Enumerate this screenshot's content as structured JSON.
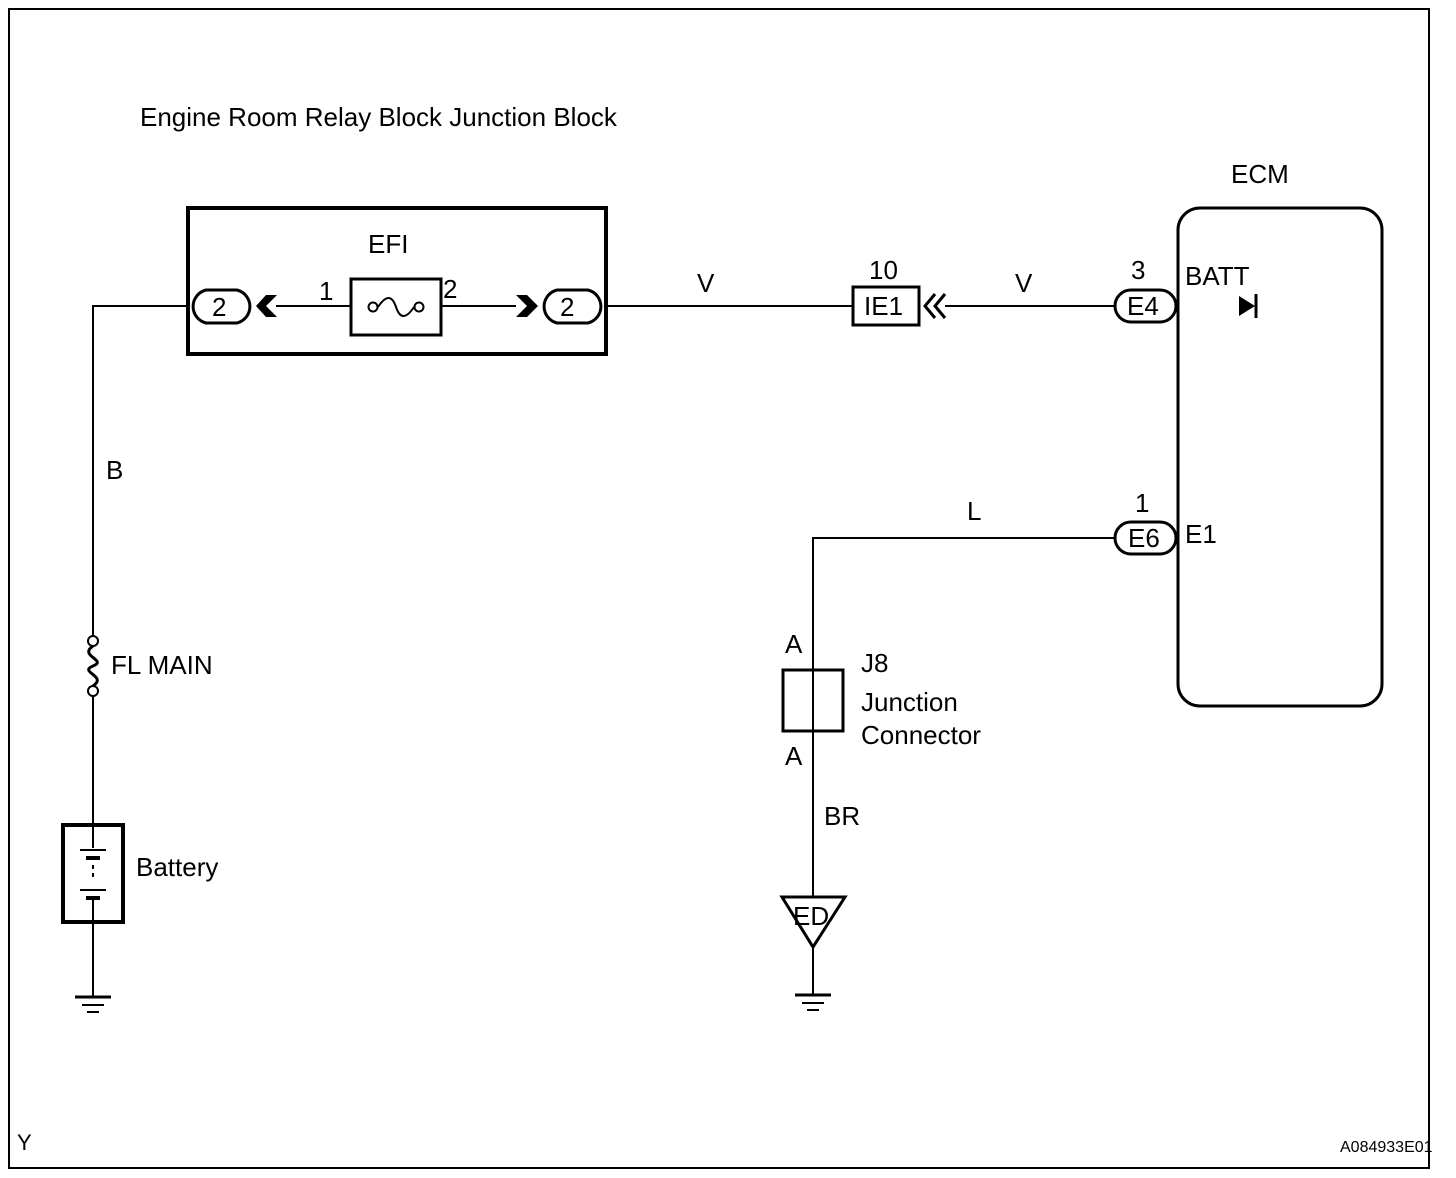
{
  "title": "Engine Room Relay Block Junction Block",
  "efi": {
    "name": "EFI",
    "pin_in": "1",
    "pin_out": "2"
  },
  "relay_block": {
    "left_connector": "2",
    "right_connector": "2"
  },
  "wire_colors": {
    "battery_side": "B",
    "efi_to_ie1": "V",
    "ie1_to_ecm": "V",
    "ground_wire": "L",
    "junction_to_ground": "BR"
  },
  "connector_ie1": {
    "name": "IE1",
    "pin": "10"
  },
  "ecm": {
    "name": "ECM",
    "batt": {
      "connector": "E4",
      "pin": "3",
      "terminal": "BATT"
    },
    "e1": {
      "connector": "E6",
      "pin": "1",
      "terminal": "E1"
    }
  },
  "fuse_main": "FL MAIN",
  "battery": "Battery",
  "junction": {
    "id": "J8",
    "line1": "Junction",
    "line2": "Connector",
    "pin_top": "A",
    "pin_bottom": "A"
  },
  "ground_point": "ED",
  "corner_left": "Y",
  "figure_id": "A084933E01"
}
